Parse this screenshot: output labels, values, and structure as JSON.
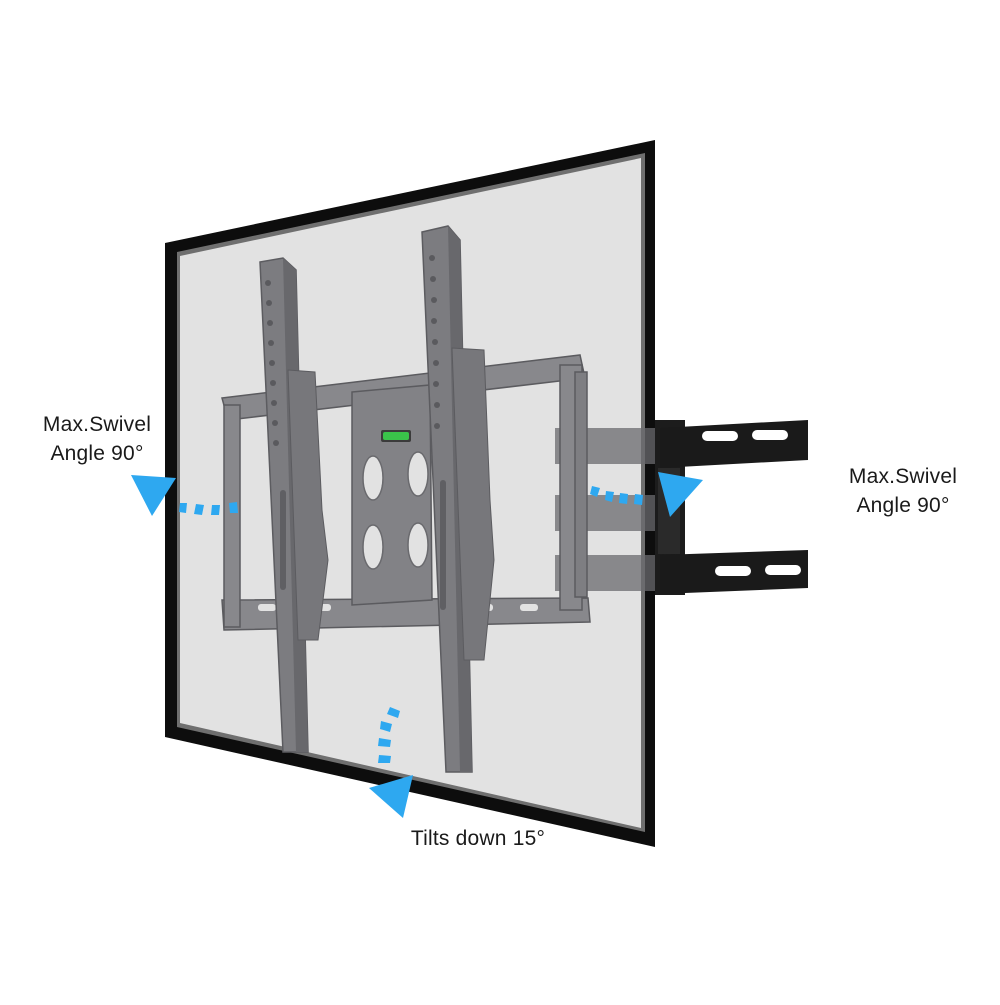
{
  "product": {
    "type": "full-motion TV wall mount",
    "screen_color": "#e2e2e2",
    "frame_color": "#0d0d0d",
    "bracket_color": "#7a7a7e",
    "wall_arm_color": "#1c1c1c",
    "level_bubble_color": "#3ac34a"
  },
  "annotations": {
    "swivel_left": {
      "line1": "Max.Swivel",
      "line2": "Angle 90°",
      "icon": "arrow-left-curved-dashed"
    },
    "swivel_right": {
      "line1": "Max.Swivel",
      "line2": "Angle 90°",
      "icon": "arrow-right-curved-dashed"
    },
    "tilt": {
      "text": "Tilts down 15°",
      "icon": "arrow-down-curved-dashed"
    }
  },
  "colors": {
    "arrow": "#2ea8f0",
    "text": "#1a1a1a",
    "background": "#ffffff"
  }
}
